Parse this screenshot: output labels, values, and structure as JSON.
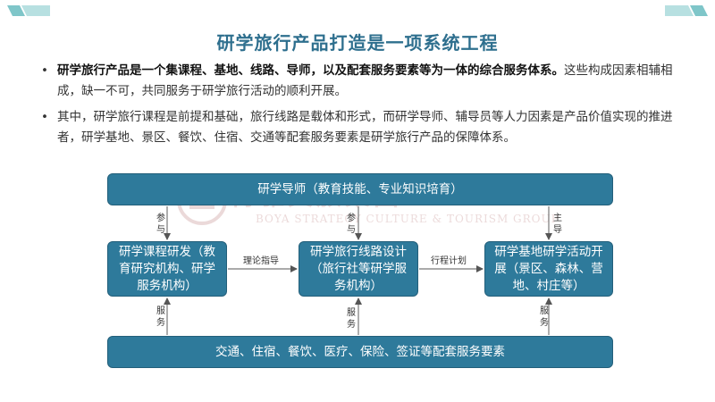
{
  "title": "研学旅行产品打造是一项系统工程",
  "bullets": [
    {
      "bold": "研学旅行产品是一个集课程、基地、线路、导师，以及配套服务要素等为一体的综合服务体系。",
      "text": "这些构成因素相辅相成，缺一不可，共同服务于研学旅行活动的顺利开展。"
    },
    {
      "bold": "",
      "text": "其中，研学旅行课程是前提和基础，旅行线路是载体和形式，而研学导师、辅导员等人力因素是产品价值实现的推进者，研学基地、景区、餐饮、住宿、交通等配套服务要素是研学旅行产品的保障体系。"
    }
  ],
  "diagram": {
    "top_box": "研学导师（教育技能、专业知识培育）",
    "mid_left": "研学课程研发（教育研究机构、研学服务机构）",
    "mid_center": "研学旅行线路设计（旅行社等研学服务机构）",
    "mid_right": "研学基地研学活动开展（景区、森林、营地、村庄等）",
    "bottom_box": "交通、住宿、餐饮、医疗、保险、签证等配套服务要素",
    "edge_labels": {
      "participate_1": "参与",
      "participate_2": "参与",
      "lead": "主导",
      "theory_guidance": "理论指导",
      "itinerary_plan": "行程计划",
      "service_1": "服务",
      "service_2": "服务",
      "service_3": "服务"
    }
  },
  "watermark": {
    "text_cn": "博雅文旅集团",
    "text_en": "BOYA STRATEGY CULTURE & TOURISM GROUP"
  },
  "colors": {
    "title": "#2e6f8e",
    "box_fill": "#2e7a9b",
    "deco": "#7fc6c9",
    "arrow": "#555555"
  }
}
